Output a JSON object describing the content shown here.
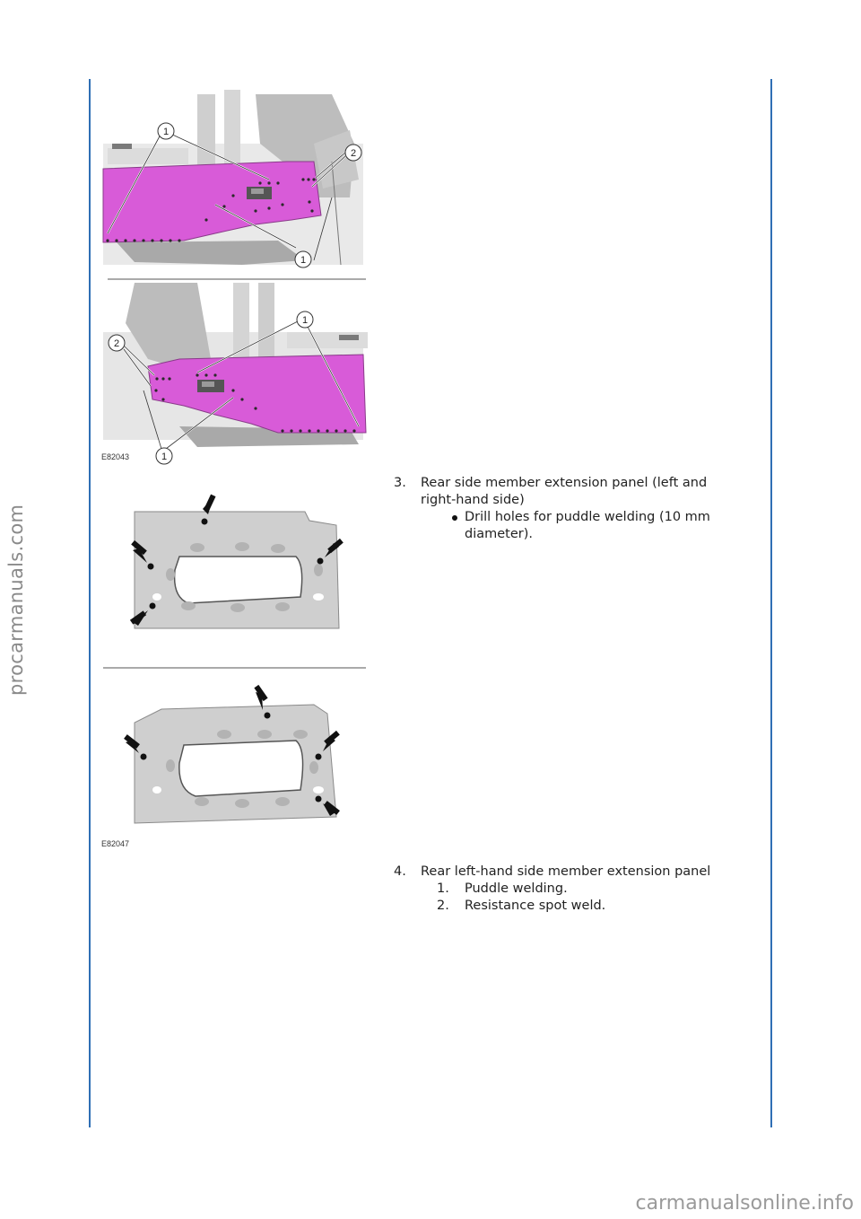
{
  "watermarks": {
    "side": "procarmanuals.com",
    "footer": "carmanualsonline.info"
  },
  "figures": [
    {
      "code": "E82043",
      "callouts": [
        "1",
        "2",
        "1",
        "1",
        "2",
        "1"
      ]
    },
    {
      "code": "E82047"
    }
  ],
  "steps": [
    {
      "number": "3.",
      "title_line1": "Rear side member extension panel (left and",
      "title_line2": "right-hand side)",
      "bullet_line1": "Drill holes for puddle welding (10 mm",
      "bullet_line2": "diameter)."
    },
    {
      "number": "4.",
      "title": "Rear left-hand side member extension panel",
      "items": [
        {
          "number": "1.",
          "text": "Puddle welding."
        },
        {
          "number": "2.",
          "text": "Resistance spot weld."
        }
      ]
    }
  ],
  "colors": {
    "rule": "#2f6fb5",
    "panel_highlight": "#d85bd8",
    "callout_border": "#333333"
  }
}
